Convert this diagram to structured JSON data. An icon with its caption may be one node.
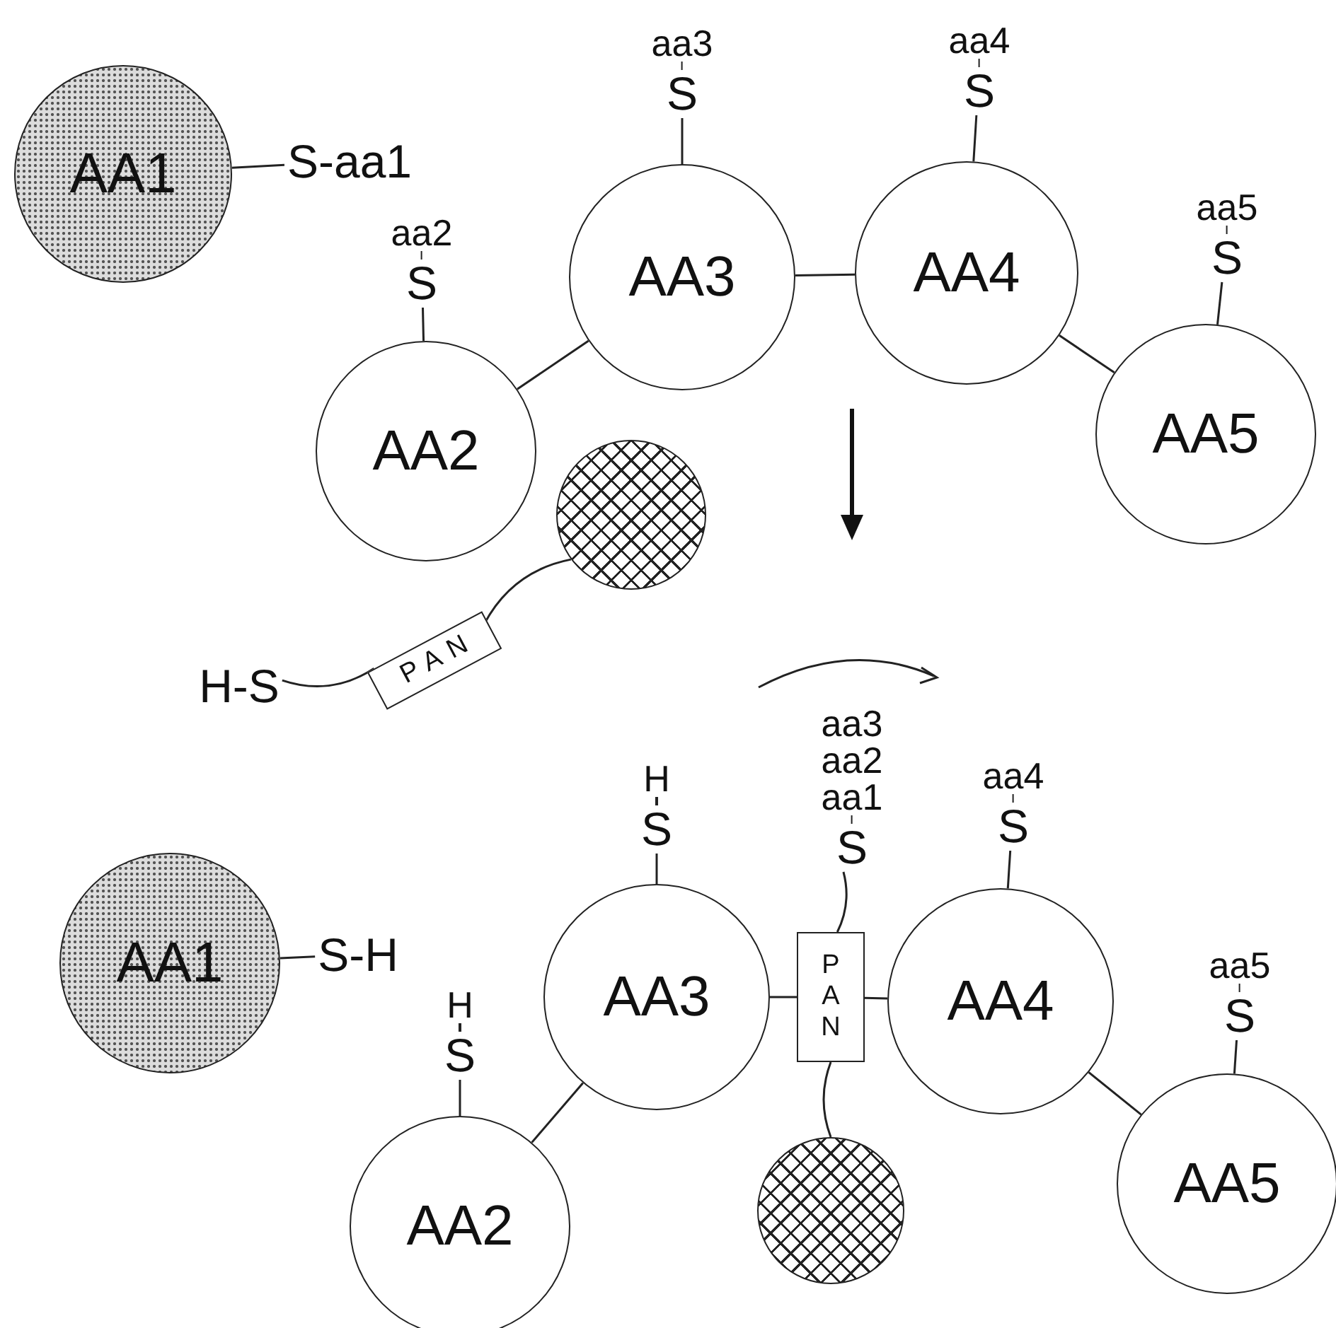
{
  "diagram": {
    "nodes": [
      {
        "text": [
          "AA1"
        ]
      },
      {
        "text": [
          "AA2"
        ]
      },
      {
        "text": [
          "AA3"
        ]
      },
      {
        "text": [
          "AA4"
        ]
      },
      {
        "text": [
          "AA5"
        ]
      },
      {
        "text": [
          "S-aa1"
        ]
      },
      {
        "text": [
          "aa2",
          "S"
        ]
      },
      {
        "text": [
          "aa3",
          "S"
        ]
      },
      {
        "text": [
          "aa4",
          "S"
        ]
      },
      {
        "text": [
          "aa5",
          "S"
        ]
      },
      {
        "text": [],
        "shape": "circle"
      },
      {
        "text": [
          "PAN"
        ]
      },
      {
        "text": [
          "H-S"
        ]
      },
      {
        "text": [
          "AA1"
        ]
      },
      {
        "text": [
          "AA2"
        ]
      },
      {
        "text": [
          "AA3"
        ]
      },
      {
        "text": [
          "PAN"
        ]
      },
      {
        "text": [
          "AA4"
        ]
      },
      {
        "text": [
          "AA5"
        ]
      },
      {
        "text": [],
        "shape": "circle"
      },
      {
        "text": [
          "S-H"
        ]
      },
      {
        "text": [
          "H",
          "S"
        ]
      },
      {
        "text": [
          "H",
          "S"
        ]
      },
      {
        "text": [
          "aa3",
          "aa2",
          "aa1",
          "S"
        ]
      },
      {
        "text": [
          "aa4",
          "S"
        ]
      },
      {
        "text": [
          "aa5",
          "S"
        ]
      }
    ],
    "edges": [
      {
        "from": 0,
        "to": 5,
        "arrow": "none"
      },
      {
        "from": 1,
        "to": 6,
        "arrow": "none"
      },
      {
        "from": 2,
        "to": 7,
        "arrow": "none"
      },
      {
        "from": 3,
        "to": 8,
        "arrow": "none"
      },
      {
        "from": 4,
        "to": 9,
        "arrow": "none"
      },
      {
        "from": 1,
        "to": 2,
        "arrow": "none"
      },
      {
        "from": 2,
        "to": 3,
        "arrow": "none"
      },
      {
        "from": 3,
        "to": 4,
        "arrow": "none"
      },
      {
        "from": 10,
        "to": 11,
        "arrow": "none"
      },
      {
        "from": 11,
        "to": 12,
        "arrow": "none"
      },
      {
        "from": 13,
        "to": 20,
        "arrow": "none"
      },
      {
        "from": 14,
        "to": 21,
        "arrow": "none"
      },
      {
        "from": 15,
        "to": 22,
        "arrow": "none"
      },
      {
        "from": 16,
        "to": 23,
        "arrow": "none"
      },
      {
        "from": 17,
        "to": 24,
        "arrow": "none"
      },
      {
        "from": 18,
        "to": 25,
        "arrow": "none"
      },
      {
        "from": 14,
        "to": 15,
        "arrow": "none"
      },
      {
        "from": 15,
        "to": 16,
        "arrow": "none"
      },
      {
        "from": 16,
        "to": 17,
        "arrow": "none"
      },
      {
        "from": 17,
        "to": 18,
        "arrow": "none"
      },
      {
        "from": 16,
        "to": 19,
        "arrow": "none"
      }
    ]
  }
}
